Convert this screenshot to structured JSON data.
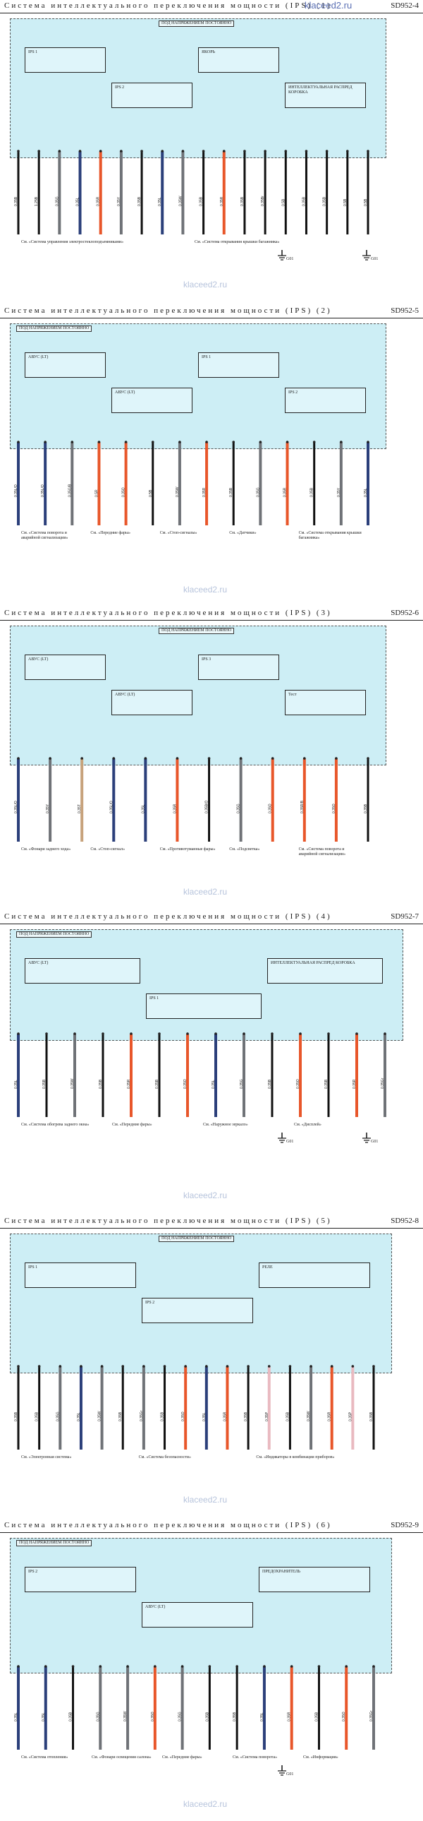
{
  "watermark": "klaceed2.ru",
  "watermark_gray": "klaceed2.ru",
  "colors": {
    "panel": "#cdeef5",
    "wire_orange": "#e8562a",
    "wire_navy": "#2b3f7a",
    "wire_black": "#111111",
    "wire_gray": "#6f7277",
    "wire_pink": "#e9b9c0",
    "wire_tan": "#c7a27b"
  },
  "sheets": [
    {
      "title": "Система интеллектуального переключения мощности (IPS) (1)",
      "code": "SD952-4",
      "top_label": "ПОД НАПРЯЖЕНИЕМ ПОСТОЯННО",
      "modules": [
        "IPS 1",
        "IPS 2",
        "ЯКОРЬ",
        "ИНТЕЛЛЕКТУАЛЬНАЯ РАСПРЕД КОРОБКА"
      ],
      "wire_labels": [
        "0.35B",
        "1.25B",
        "0.35G",
        "0.35L",
        "0.35R",
        "0.35Y",
        "0.35B",
        "0.35L",
        "0.35W",
        "0.35B",
        "0.35R",
        "0.35B",
        "0.35Br",
        "0.5B",
        "0.35B",
        "0.35B",
        "0.5B",
        "0.5B"
      ],
      "bottom_notes": [
        "См. «Система управления электростеклоподъемниками»",
        "См. «Система открывания крышки багажника»"
      ],
      "ground_labels": [
        "G01",
        "G01"
      ]
    },
    {
      "title": "Система интеллектуального переключения мощности (IPS) (2)",
      "code": "SD952-5",
      "top_label": "ПОД НАПРЯЖЕНИЕМ ПОСТОЯННО",
      "modules": [
        "АВУС (LT)",
        "АВУС (LT)",
        "IPS 1",
        "IPS 2"
      ],
      "wire_labels": [
        "0.35L/O",
        "0.35L/O",
        "0.35G/B",
        "0.5R",
        "0.35O",
        "0.5B",
        "0.35W",
        "0.35R",
        "0.35B",
        "0.35G",
        "0.35R",
        "0.35B",
        "0.35Y",
        "0.35L"
      ],
      "bottom_notes": [
        "См. «Система поворота и аварийной сигнализации»",
        "См. «Передние фары»",
        "См. «Стоп-сигналы»",
        "См. «Датчики»",
        "См. «Система открывания крышки багажника»"
      ],
      "ground_labels": []
    },
    {
      "title": "Система интеллектуального переключения мощности (IPS) (3)",
      "code": "SD952-6",
      "top_label": "ПОД НАПРЯЖЕНИЕМ ПОСТОЯННО",
      "modules": [
        "АВУС (LT)",
        "АВУС (LT)",
        "IPS 3",
        "Тест"
      ],
      "wire_labels": [
        "0.35L/O",
        "0.35Y",
        "0.35T",
        "0.35L/O",
        "0.35L",
        "0.35R",
        "0.35B/O",
        "0.35G",
        "0.35O",
        "0.35R/B",
        "0.35O",
        "0.35B"
      ],
      "bottom_notes": [
        "См. «Фонари заднего хода»",
        "См. «Стоп-сигнал»",
        "См. «Противотуманные фары»",
        "См. «Подсветка»",
        "См. «Система поворота и аварийной сигнализации»"
      ],
      "ground_labels": []
    },
    {
      "title": "Система интеллектуального переключения мощности (IPS) (4)",
      "code": "SD952-7",
      "top_label": "ПОД НАПРЯЖЕНИЕМ ПОСТОЯННО",
      "modules": [
        "АВУС (LT)",
        "IPS 1",
        "ИНТЕЛЛЕКТУАЛЬНАЯ РАСПРЕД КОРОБКА"
      ],
      "wire_labels": [
        "0.35L",
        "0.35B",
        "0.35W",
        "0.35B",
        "0.35R",
        "0.35B",
        "0.35O",
        "0.35L",
        "0.35G",
        "0.35B",
        "0.35O",
        "0.35B",
        "0.35R",
        "0.35Gr"
      ],
      "bottom_notes": [
        "См. «Система обогрева заднего окна»",
        "См. «Передние фары»",
        "См. «Наружное зеркало»",
        "См. «Дисплей»"
      ],
      "ground_labels": [
        "G01",
        "G01"
      ]
    },
    {
      "title": "Система интеллектуального переключения мощности (IPS) (5)",
      "code": "SD952-8",
      "top_label": "ПОД НАПРЯЖЕНИЕМ ПОСТОЯННО",
      "modules": [
        "IPS 1",
        "IPS 2",
        "РЕЛЕ"
      ],
      "wire_labels": [
        "0.35B",
        "0.35B",
        "0.35G",
        "0.35L",
        "0.35W",
        "0.35B",
        "0.35Gr",
        "0.35B",
        "0.35O",
        "0.35L",
        "0.35R",
        "0.35B",
        "0.35P",
        "0.35B",
        "0.35W",
        "0.35R",
        "0.35P",
        "0.35B"
      ],
      "bottom_notes": [
        "См. «Электронная система»",
        "См. «Система безопасности»",
        "См. «Индикаторы в комбинации приборов»"
      ],
      "ground_labels": []
    },
    {
      "title": "Система интеллектуального переключения мощности (IPS) (6)",
      "code": "SD952-9",
      "top_label": "ПОД НАПРЯЖЕНИЕМ ПОСТОЯННО",
      "modules": [
        "IPS 2",
        "АВУС (LT)",
        "ПРЕДОХРАНИТЕЛЬ"
      ],
      "wire_labels": [
        "0.35L",
        "0.35L",
        "0.35B",
        "0.35G",
        "0.35W",
        "0.35O",
        "0.35G",
        "0.35B",
        "0.35B",
        "0.35L",
        "0.35R",
        "0.35B",
        "0.35O",
        "0.35Gr"
      ],
      "bottom_notes": [
        "См. «Система отопления»",
        "См. «Фонари освещения салона»",
        "См. «Передние фары»",
        "См. «Система поворота»",
        "См. «Информация»"
      ],
      "ground_labels": [
        "G01"
      ]
    }
  ]
}
